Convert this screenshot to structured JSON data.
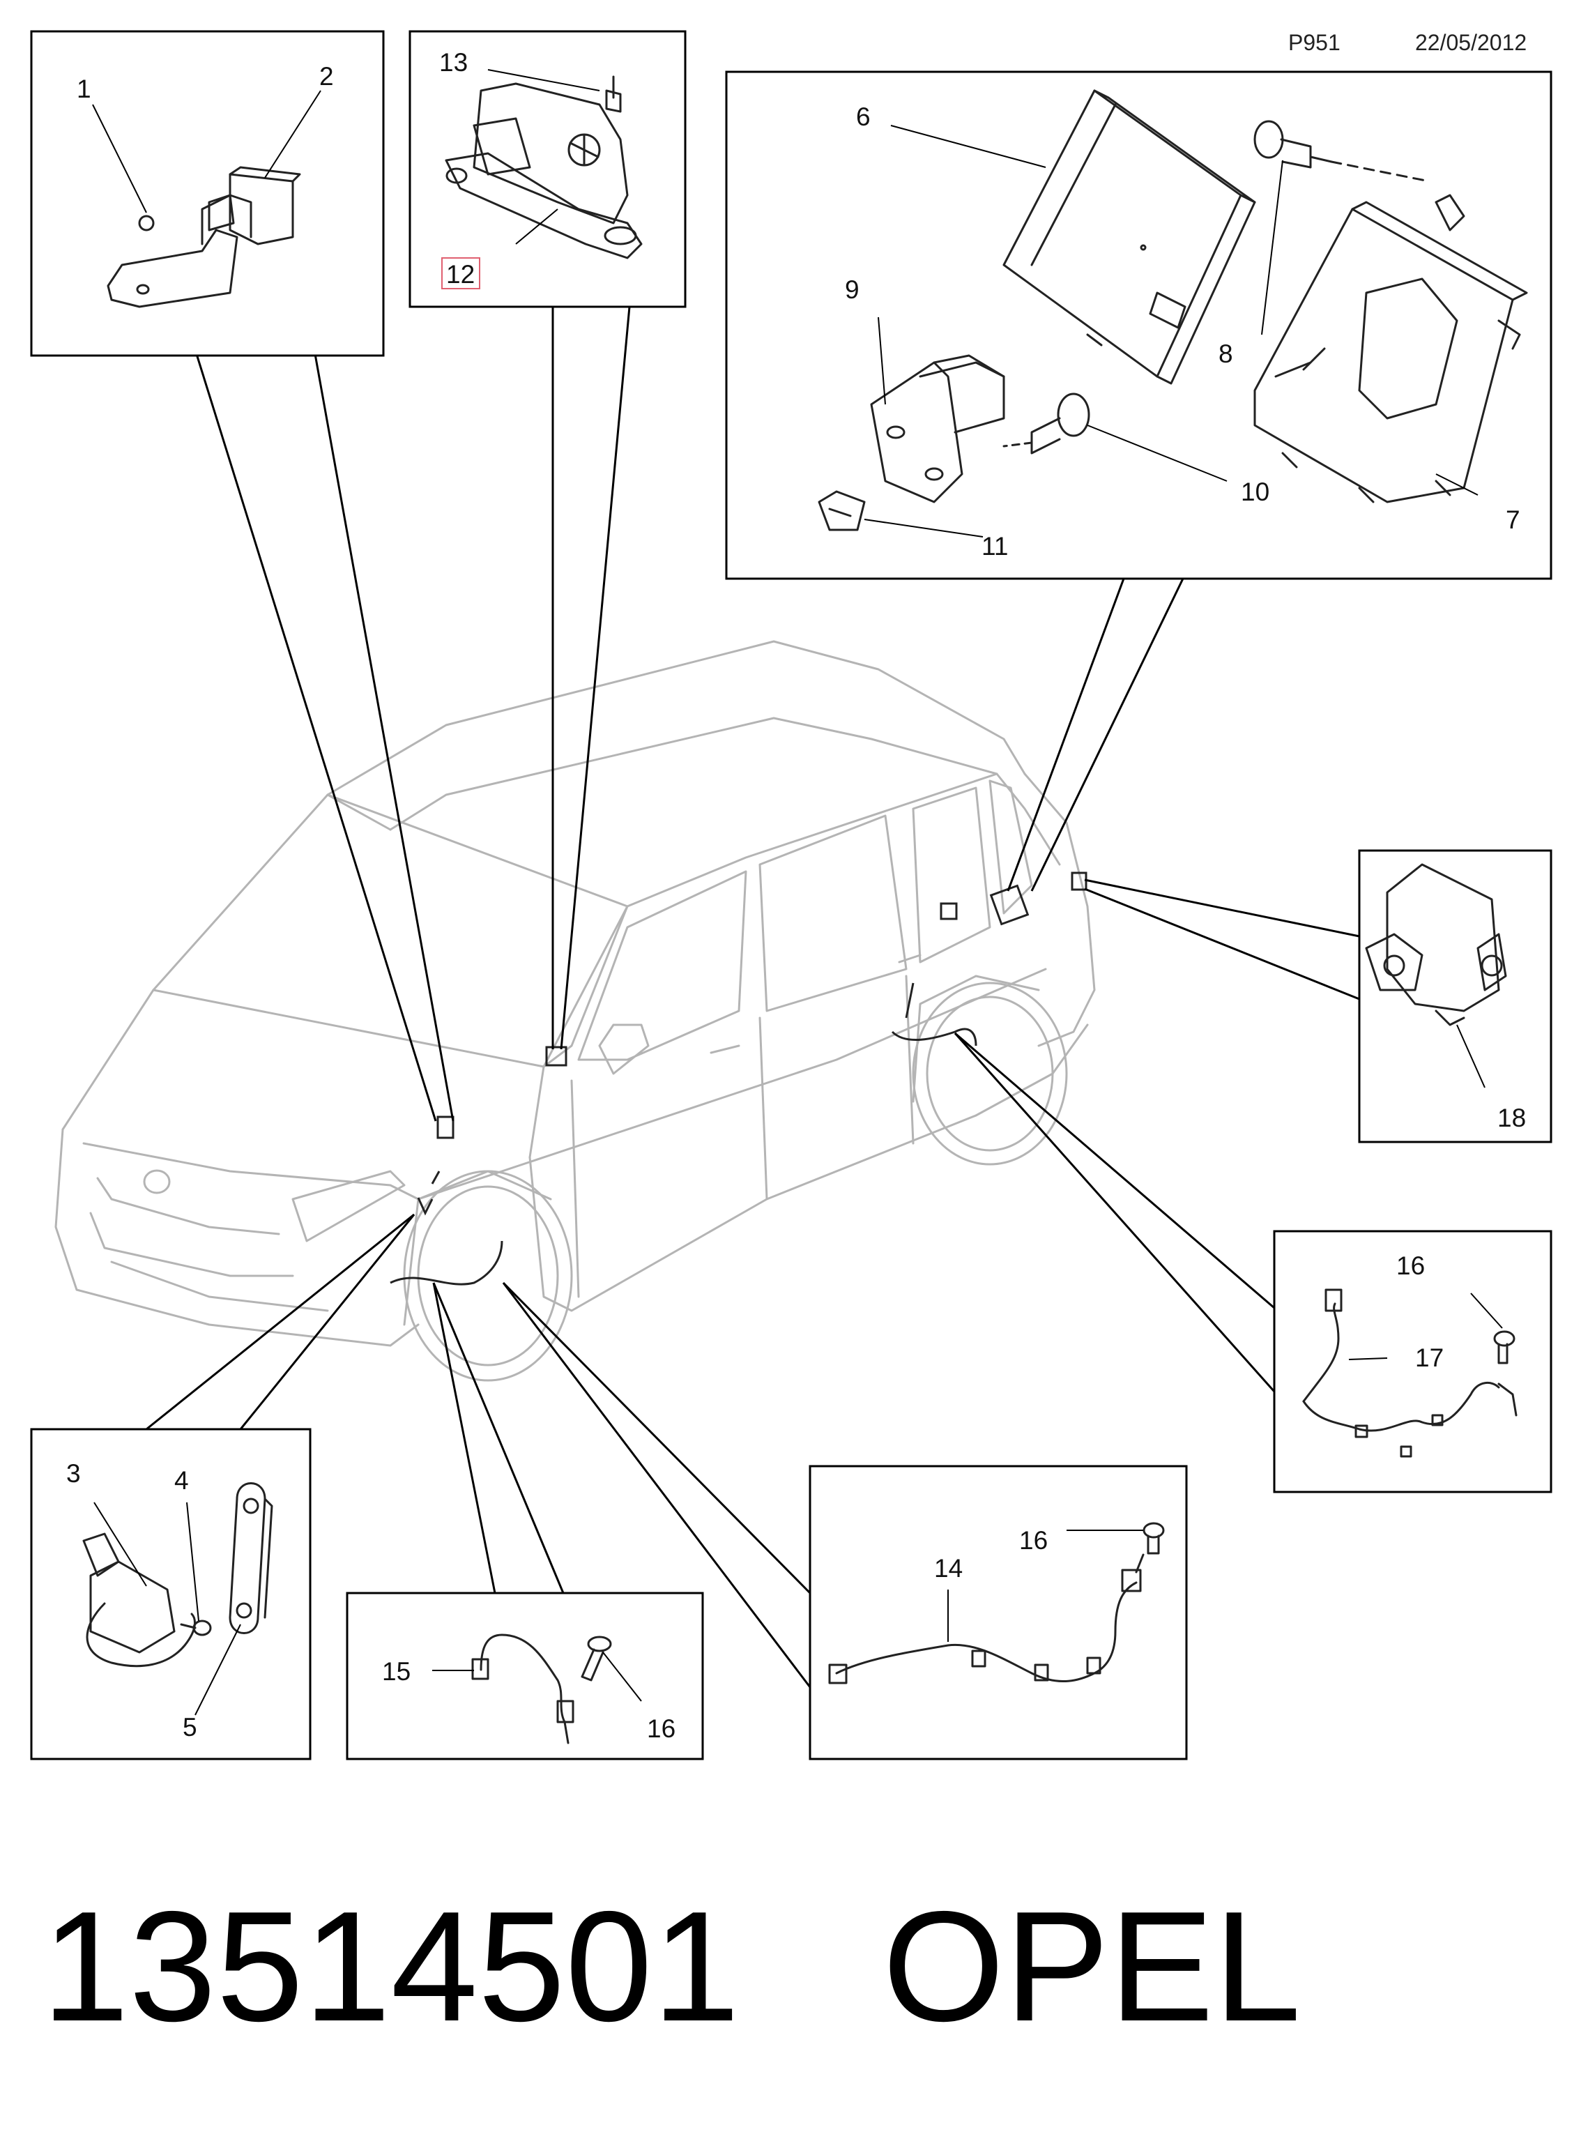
{
  "header": {
    "page_code": "P951",
    "date": "22/05/2012"
  },
  "callouts": {
    "c1": "1",
    "c2": "2",
    "c3": "3",
    "c4": "4",
    "c5": "5",
    "c6": "6",
    "c7": "7",
    "c8": "8",
    "c9": "9",
    "c10": "10",
    "c11": "11",
    "c12": "12",
    "c13": "13",
    "c14": "14",
    "c15": "15",
    "c16_left": "16",
    "c16_mid": "16",
    "c16_right": "16",
    "c17": "17",
    "c18": "18"
  },
  "footer": {
    "part_number": "13514501",
    "brand": "OPEL"
  },
  "colors": {
    "line": "#000000",
    "car_outline": "#b0b0b0",
    "part_outline": "#222222",
    "highlight_box": "#e06070"
  }
}
